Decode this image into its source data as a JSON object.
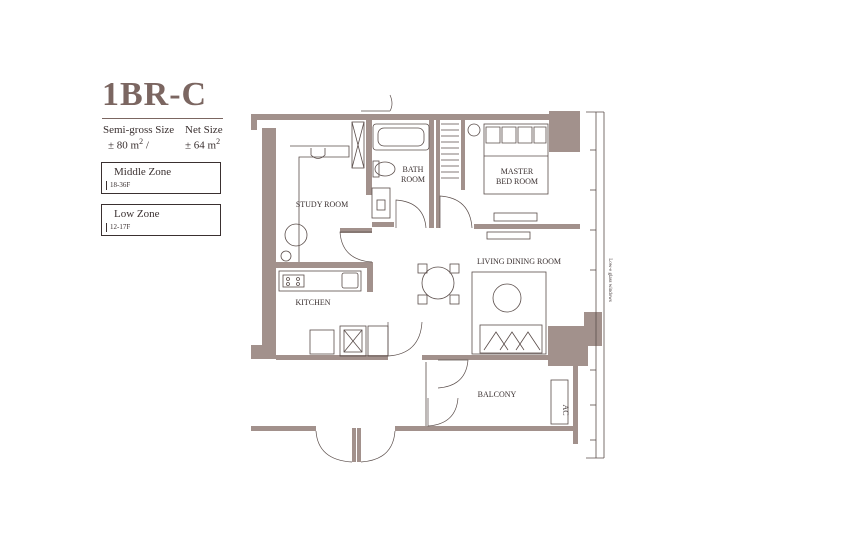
{
  "unit": {
    "title": "1BR-C",
    "semi_gross_label": "Semi-gross Size",
    "semi_gross_value": "± 80 m",
    "net_label": "Net Size",
    "net_value": "± 64 m",
    "area_unit_exponent": "2",
    "separator": "/"
  },
  "zones": [
    {
      "name": "Middle Zone",
      "floors": "18-36F"
    },
    {
      "name": "Low Zone",
      "floors": "12-17F"
    }
  ],
  "rooms": {
    "bath_line1": "BATH",
    "bath_line2": "ROOM",
    "master_line1": "MASTER",
    "master_line2": "BED ROOM",
    "study": "STUDY ROOM",
    "living": "LIVING DINING ROOM",
    "kitchen": "KITCHEN",
    "balcony": "BALCONY",
    "ac": "AC",
    "window_note": "Low-e glass windows"
  },
  "colors": {
    "wall": "#a2918c",
    "ink": "#3a3030",
    "title": "#7b6661"
  }
}
